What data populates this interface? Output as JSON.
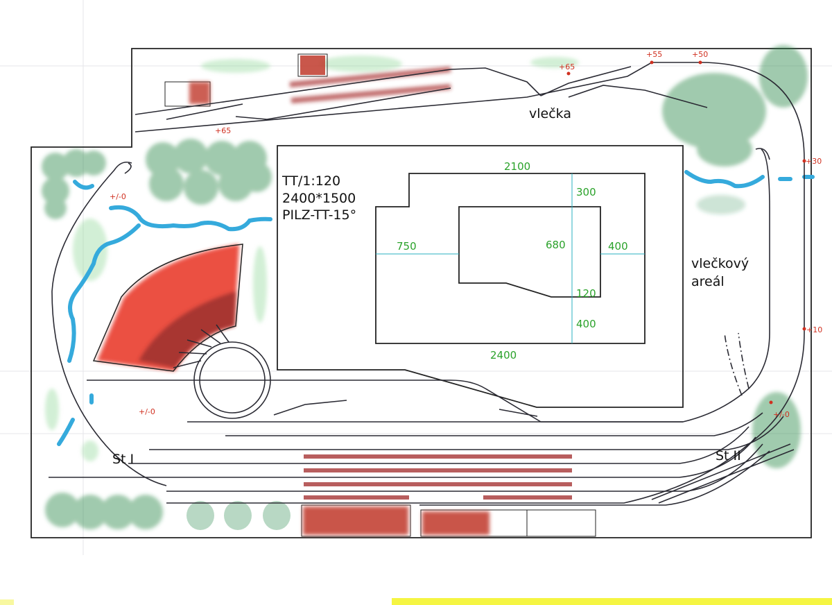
{
  "title_block": {
    "scale": "TT/1:120",
    "size": "2400*1500",
    "system": "PILZ-TT-15°"
  },
  "labels": {
    "siding": "vlečka",
    "siding_area_1": "vlečkový",
    "siding_area_2": "areál",
    "station_1": "St I",
    "station_2": "St II"
  },
  "dimensions": {
    "top": "2100",
    "d300": "300",
    "d750": "750",
    "d680": "680",
    "d400r": "400",
    "d120": "120",
    "d400b": "400",
    "bottom": "2400"
  },
  "elevations": {
    "e1": "+65",
    "e2": "+65",
    "e3": "+55",
    "e4": "+50",
    "e5": "+30",
    "e6": "+10",
    "e7": "+/-0",
    "e8": "+/-0",
    "e9": "+/-0"
  },
  "colors": {
    "track": "#2a2a33",
    "water": "#35aadc",
    "trees": "#2e8b4a",
    "buildings": "#c0392b",
    "dimension": "#2aa22a",
    "elevation": "#d03020",
    "highlight": "#f5f542"
  }
}
